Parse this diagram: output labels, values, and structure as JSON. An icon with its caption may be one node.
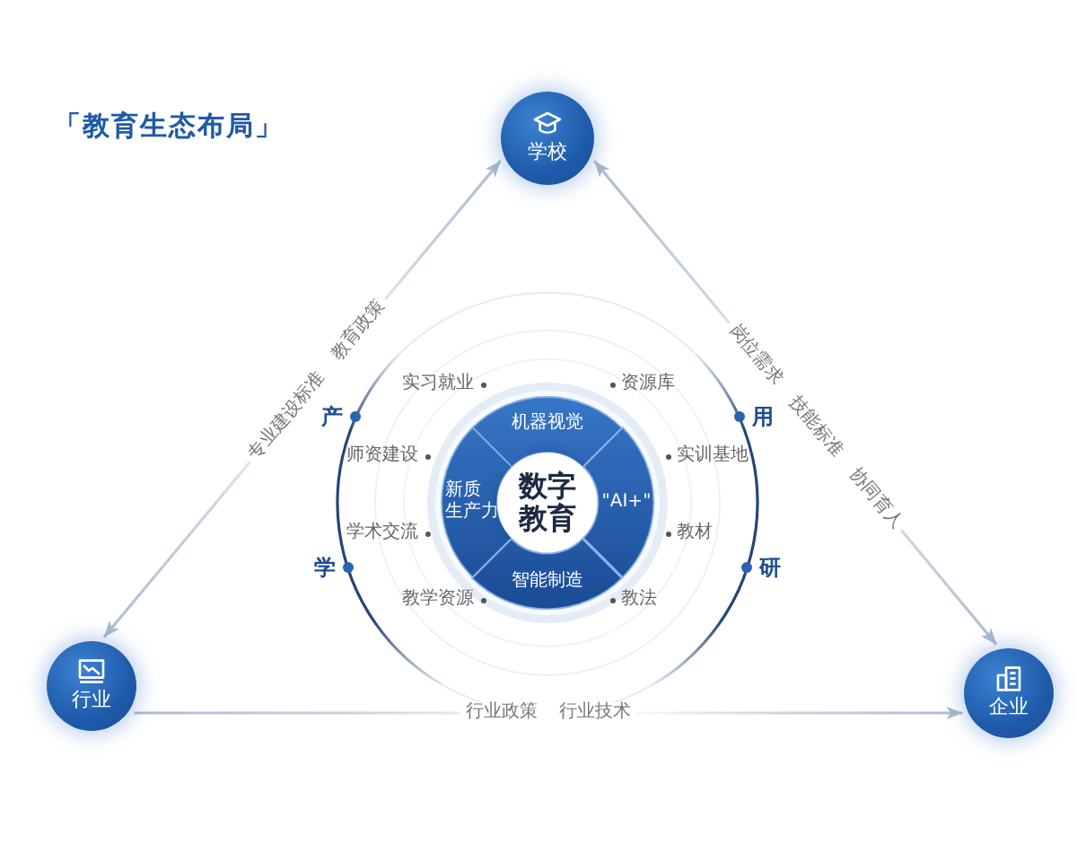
{
  "diagram": {
    "title": "「教育生态布局」",
    "nodes": [
      {
        "text": [
          "学校"
        ]
      },
      {
        "text": [
          "机器视觉"
        ]
      },
      {
        "text": [
          "新质生产力"
        ]
      },
      {
        "text": [
          "数字教育"
        ]
      },
      {
        "text": [
          "\"AI+\""
        ]
      },
      {
        "text": [
          "智能制造"
        ]
      },
      {
        "text": [
          "行业"
        ]
      },
      {
        "text": [
          "企业"
        ]
      }
    ],
    "edges": [
      {
        "from": 6,
        "to": 0,
        "arrow": "both",
        "label": "专业建设标准 教育政策"
      },
      {
        "from": 0,
        "to": 7,
        "arrow": "both",
        "label": "岗位需求 技能标准 协同育人"
      },
      {
        "from": 6,
        "to": 7,
        "arrow": "to",
        "label": "行业政策 行业技术"
      }
    ],
    "labels": [
      "实习就业",
      "资源库",
      "产",
      "用",
      "师资建设",
      "实训基地",
      "学术交流",
      "教材",
      "学",
      "研",
      "教学资源",
      "教法"
    ]
  }
}
